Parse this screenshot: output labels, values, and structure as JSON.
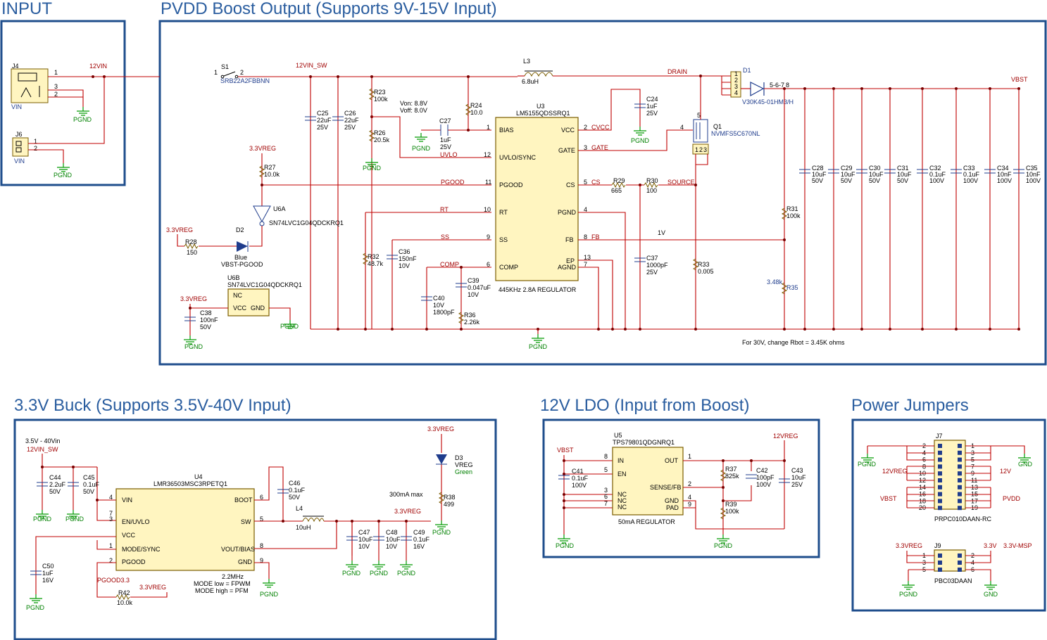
{
  "sections": {
    "input": "INPUT",
    "boost": "PVDD Boost Output (Supports 9V-15V Input)",
    "buck": "3.3V Buck (Supports 3.5V-40V Input)",
    "ldo": "12V LDO (Input from Boost)",
    "jumpers": "Power Jumpers"
  },
  "nets": {
    "n12vin": "12VIN",
    "n12vin_sw": "12VIN_SW",
    "drain": "DRAIN",
    "vbst": "VBST",
    "cvcc": "CVCC",
    "gate": "GATE",
    "uvlo": "UVLO",
    "pgood": "PGOOD",
    "rt": "RT",
    "ss": "SS",
    "comp": "COMP",
    "cs": "CS",
    "source": "SOURCE",
    "fb": "FB",
    "v1": "1V",
    "v33reg": "3.3VREG",
    "pgnd": "PGND",
    "gnd": "GND",
    "v12reg": "12VREG",
    "v12": "12V",
    "pvdd": "PVDD",
    "v33": "3.3V",
    "v33msp": "3.3V-MSP",
    "pgood33": "PGOOD3.3"
  },
  "input": {
    "j4": "J4",
    "j4_lbl": "VIN",
    "j6": "J6",
    "j6_lbl": "VIN"
  },
  "boost": {
    "s1": "S1",
    "s1_part": "SRB22A2FBBNN",
    "l3": "L3",
    "l3_val": "6.8uH",
    "d1": "D1",
    "d1_part": "V30K45-01HM3/H",
    "d1_pins": "5-6-7",
    "q1": "Q1",
    "q1_part": "NVMFS5C670NL",
    "u3": "U3",
    "u3_part": "LM5155QDSSRQ1",
    "u3_note": "445KHz  2.8A REGULATOR",
    "u3_pins": {
      "bias": "BIAS",
      "uvlo": "UVLO/SYNC",
      "pgood": "PGOOD",
      "rt": "RT",
      "ss": "SS",
      "comp": "COMP",
      "vcc": "VCC",
      "gate": "GATE",
      "cs": "CS",
      "pgnd": "PGND",
      "fb": "FB",
      "ep": "EP",
      "agnd": "AGND"
    },
    "u6a": "U6A",
    "u6a_part": "SN74LVC1G04QDCKRQ1",
    "u6b": "U6B",
    "u6b_part": "SN74LVC1G04QDCKRQ1",
    "u6b_pins": {
      "nc": "NC",
      "vcc": "VCC",
      "gnd": "GND"
    },
    "d2": "D2",
    "d2_color": "Blue",
    "d2_name": "VBST-PGOOD",
    "note": "For 30V, change Rbot = 3.45K ohms",
    "c25": [
      "C25",
      "22uF",
      "25V"
    ],
    "c26": [
      "C26",
      "22uF",
      "25V"
    ],
    "c27": [
      "C27",
      "1uF",
      "25V"
    ],
    "c24": [
      "C24",
      "1uF",
      "25V"
    ],
    "c36": [
      "C36",
      "150nF",
      "10V"
    ],
    "c37": [
      "C37",
      "1000pF",
      "25V"
    ],
    "c38": [
      "C38",
      "100nF",
      "50V"
    ],
    "c39": [
      "C39",
      "0.047uF",
      "10V"
    ],
    "c40": [
      "C40",
      "10V",
      "1800pF"
    ],
    "r23": [
      "R23",
      "100k"
    ],
    "r24": [
      "R24",
      "10.0"
    ],
    "r26": [
      "R26",
      "20.5k"
    ],
    "r27": [
      "R27",
      "10.0k"
    ],
    "r28": [
      "R28",
      "150"
    ],
    "r29": [
      "R29",
      "665"
    ],
    "r30": [
      "R30",
      "100"
    ],
    "r31": [
      "R31",
      "100k"
    ],
    "r32": [
      "R32",
      "48.7k"
    ],
    "r33": [
      "R33",
      "0.005"
    ],
    "r35": [
      "R35",
      "3.48k"
    ],
    "r36": [
      "R36",
      "2.26k"
    ],
    "out_caps": [
      [
        "C28",
        "10uF",
        "50V"
      ],
      [
        "C29",
        "10uF",
        "50V"
      ],
      [
        "C30",
        "10uF",
        "50V"
      ],
      [
        "C31",
        "10uF",
        "50V"
      ],
      [
        "C32",
        "0.1uF",
        "100V"
      ],
      [
        "C33",
        "0.1uF",
        "100V"
      ],
      [
        "C34",
        "10nF",
        "100V"
      ],
      [
        "C35",
        "10nF",
        "100V"
      ]
    ]
  },
  "buck": {
    "vin_range": "3.5V - 40Vin",
    "u4": "U4",
    "u4_part": "LMR36503MSC3RPETQ1",
    "u4_pins": {
      "vin": "VIN",
      "en": "EN/UVLO",
      "vcc": "VCC",
      "mode": "MODE/SYNC",
      "pgood": "PGOOD",
      "boot": "BOOT",
      "sw": "SW",
      "vout": "VOUT/BIAS",
      "gnd": "GND"
    },
    "freq": "2.2MHz",
    "mode_low": "MODE low = FPWM",
    "mode_high": "MODE high = PFM",
    "max": "300mA max",
    "l4": [
      "L4",
      "10uH"
    ],
    "c44": [
      "C44",
      "2.2uF",
      "50V"
    ],
    "c45": [
      "C45",
      "0.1uF",
      "50V"
    ],
    "c46": [
      "C46",
      "0.1uF",
      "50V"
    ],
    "c47": [
      "C47",
      "10uF",
      "10V"
    ],
    "c48": [
      "C48",
      "10uF",
      "10V"
    ],
    "c49": [
      "C49",
      "0.1uF",
      "16V"
    ],
    "c50": [
      "C50",
      "1uF",
      "16V"
    ],
    "d3": [
      "D3",
      "VREG",
      "Green"
    ],
    "r38": [
      "R38",
      "499"
    ],
    "r42": [
      "R42",
      "10.0k"
    ]
  },
  "ldo": {
    "u5": "U5",
    "u5_part": "TPS79801QDGNRQ1",
    "u5_note": "50mA REGULATOR",
    "u5_pins": {
      "in": "IN",
      "en": "EN",
      "nc1": "NC",
      "nc2": "NC",
      "nc3": "NC",
      "out": "OUT",
      "sense": "SENSE/FB",
      "gnd": "GND",
      "pad": "PAD"
    },
    "c41": [
      "C41",
      "0.1uF",
      "100V"
    ],
    "c42": [
      "C42",
      "100pF",
      "100V"
    ],
    "c43": [
      "C43",
      "10uF",
      "25V"
    ],
    "r37": [
      "R37",
      "825k"
    ],
    "r39": [
      "R39",
      "100k"
    ]
  },
  "jumpers": {
    "j7": "J7",
    "j7_part": "PRPC010DAAN-RC",
    "j9": "J9",
    "j9_part": "PBC03DAAN",
    "j7_left": [
      "2",
      "4",
      "6",
      "8",
      "10",
      "12",
      "14",
      "16",
      "18",
      "20"
    ],
    "j7_right": [
      "1",
      "3",
      "5",
      "7",
      "9",
      "11",
      "13",
      "15",
      "17",
      "19"
    ],
    "j9_left": [
      "1",
      "3",
      "5"
    ],
    "j9_right": [
      "2",
      "4",
      "6"
    ]
  },
  "colors": {
    "frame": "#1f4e8c",
    "wire": "#c00000",
    "ground": "#009a00",
    "ic_fill": "#fff5c0",
    "title": "#2a5d9f"
  }
}
